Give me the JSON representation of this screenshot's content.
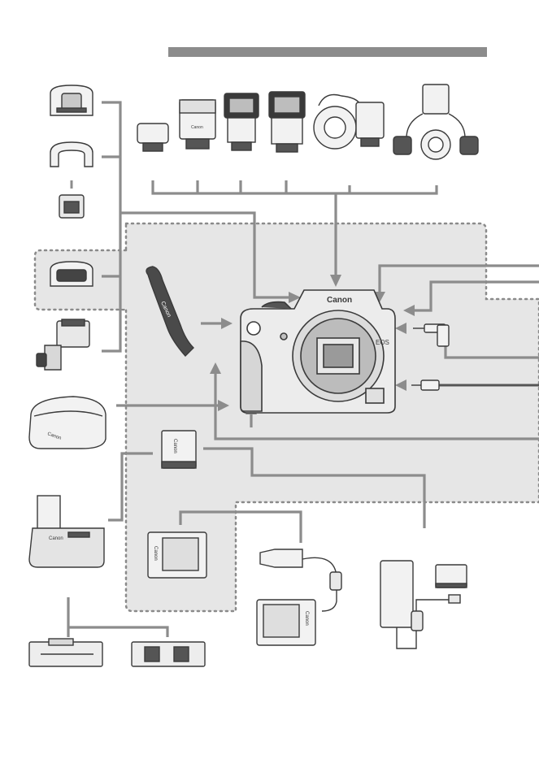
{
  "colors": {
    "background": "#ffffff",
    "panel": "#e6e6e6",
    "dotted_border": "#8a8a8a",
    "connector": "#8c8c8c",
    "title_bar": "#8c8c8c",
    "outline": "#3a3a3a",
    "device_fill": "#f2f2f2",
    "device_dark": "#555555"
  },
  "labels": {
    "camera_brand": "Canon",
    "camera_model": "EOS",
    "strap_brand": "Canon",
    "battery_brand": "Canon",
    "charger_brand": "Canon",
    "car_charger_brand": "Canon",
    "grip_brand": "Canon",
    "case_brand": "Canon",
    "flash_brand": "Canon"
  },
  "icons": {
    "title": "section-title-bar",
    "accessories": [
      "eyecup-icon",
      "rubber-frame-icon",
      "eyepiece-adapter-icon",
      "eyecup-small-icon",
      "angle-finder-icon",
      "camera-case-icon",
      "battery-grip-icon",
      "battery-magazine-icon",
      "aa-battery-magazine-icon",
      "wrist-strap-icon",
      "battery-pack-icon",
      "battery-charger-icon",
      "car-battery-charger-icon",
      "ac-adapter-kit-icon",
      "flash-mini-icon",
      "flash-small-icon",
      "flash-medium-icon",
      "flash-large-icon",
      "ring-flash-icon",
      "twin-flash-icon",
      "remote-plug-icon",
      "usb-cable-icon",
      "camera-body-icon"
    ]
  }
}
